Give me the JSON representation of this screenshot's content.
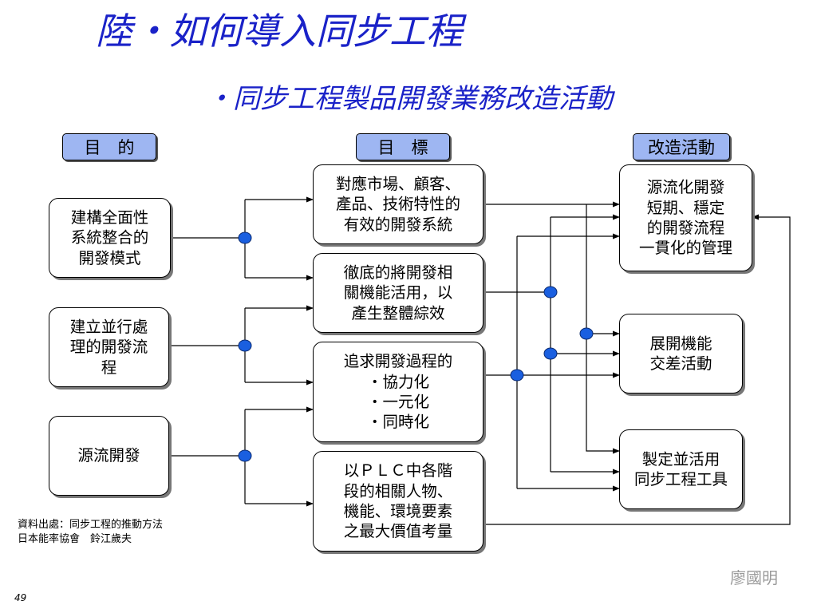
{
  "title": "陸‧如何導入同步工程",
  "subtitle": "‧同步工程製品開發業務改造活動",
  "headers": {
    "purpose": "目　的",
    "goals": "目　標",
    "activities": "改造活動"
  },
  "purposes": [
    {
      "lines": [
        "建構全面性",
        "系統整合的",
        "開發模式"
      ]
    },
    {
      "lines": [
        "建立並行處",
        "理的開發流",
        "程"
      ]
    },
    {
      "lines": [
        "源流開發"
      ]
    }
  ],
  "goals": [
    {
      "lines": [
        "對應市場、顧客、",
        "產品、技術特性的",
        "有效的開發系統"
      ]
    },
    {
      "lines": [
        "徹底的將開發相",
        "關機能活用，以",
        "產生整體綜效"
      ]
    },
    {
      "lines": [
        "追求開發過程的",
        "‧協力化",
        "‧一元化",
        "‧同時化"
      ]
    },
    {
      "lines": [
        "以ＰＬＣ中各階",
        "段的相關人物、",
        "機能、環境要素",
        "之最大價值考量"
      ]
    }
  ],
  "activities": [
    {
      "lines": [
        "源流化開發",
        "短期、穩定",
        "的開發流程",
        "一貫化的管理"
      ]
    },
    {
      "lines": [
        "展開機能",
        "交差活動"
      ]
    },
    {
      "lines": [
        "製定並活用",
        "同步工程工具"
      ]
    }
  ],
  "source": {
    "line1": "資料出處：同步工程的推動方法",
    "line2": "日本能率協會　鈴江歲夫"
  },
  "author": "廖國明",
  "page_number": "49",
  "colors": {
    "title": "#1a22c8",
    "header_fill": "#9eb6f2",
    "junction_dot": "#1a5fe0"
  }
}
